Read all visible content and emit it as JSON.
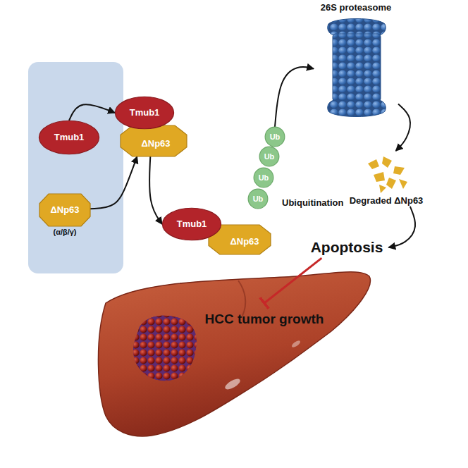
{
  "diagram": {
    "nodes": [
      {
        "text": [
          "Tmub1"
        ]
      },
      {
        "text": [
          "ΔNp63",
          "(α/β/γ)"
        ]
      },
      {
        "text": [
          "Tmub1"
        ]
      },
      {
        "text": [
          "ΔNp63"
        ]
      },
      {
        "text": [
          "Tmub1"
        ]
      },
      {
        "text": [
          "ΔNp63"
        ]
      },
      {
        "text": [
          "Ub"
        ]
      },
      {
        "text": [
          "Ub"
        ]
      },
      {
        "text": [
          "Ub"
        ]
      },
      {
        "text": [
          "Ub"
        ]
      },
      {
        "text": [
          "26S proteasome"
        ]
      },
      {
        "text": [
          "Degraded ΔNp63"
        ]
      },
      {
        "text": [
          "Apoptosis"
        ]
      },
      {
        "text": [
          "HCC tumor growth"
        ]
      }
    ],
    "edges": [
      {
        "from": 0,
        "to": 2,
        "arrow": "to"
      },
      {
        "from": 1,
        "to": 3,
        "arrow": "to"
      },
      {
        "from": 3,
        "to": 4,
        "arrow": "to"
      },
      {
        "from": 6,
        "to": 10,
        "arrow": "to"
      },
      {
        "from": 10,
        "to": 11,
        "arrow": "to"
      },
      {
        "from": 11,
        "to": 12,
        "arrow": "to"
      },
      {
        "from": 12,
        "to": 13,
        "arrow": "to"
      }
    ],
    "labels": [
      "Ubiquitination"
    ]
  }
}
